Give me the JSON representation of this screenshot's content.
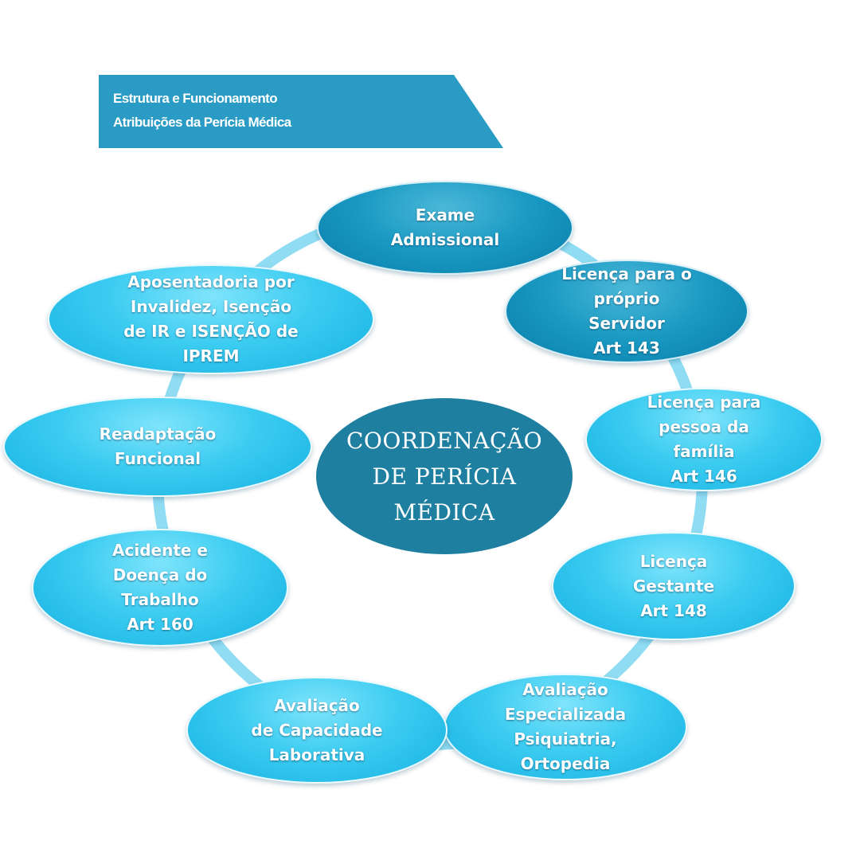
{
  "banner": {
    "line1": "Estrutura  e Funcionamento",
    "line2": "Atribuições da Perícia Médica",
    "color": "#2a9bc4"
  },
  "center": {
    "label": "COORDENAÇÃO\nDE PERÍCIA\nMÉDICA",
    "color": "#1e7fa0"
  },
  "ring_color": "#8fdcf3",
  "nodes": [
    {
      "label": "Exame\nAdmissional",
      "style": "dark"
    },
    {
      "label": "Licença para o\npróprio\nServidor\nArt 143",
      "style": "dark"
    },
    {
      "label": "Licença para\npessoa da\nfamília\nArt 146",
      "style": "light"
    },
    {
      "label": "Licença\nGestante\nArt 148",
      "style": "light"
    },
    {
      "label": "Avaliação\nEspecializada\nPsiquiatria,\nOrtopedia",
      "style": "light"
    },
    {
      "label": "Avaliação\nde Capacidade\nLaborativa",
      "style": "light"
    },
    {
      "label": "Acidente e\nDoença do\nTrabalho\nArt 160",
      "style": "light"
    },
    {
      "label": "Readaptação\nFuncional",
      "style": "light"
    },
    {
      "label": "Aposentadoria por\nInvalidez,  Isenção\nde IR e ISENÇÃO de\nIPREM",
      "style": "light"
    }
  ]
}
